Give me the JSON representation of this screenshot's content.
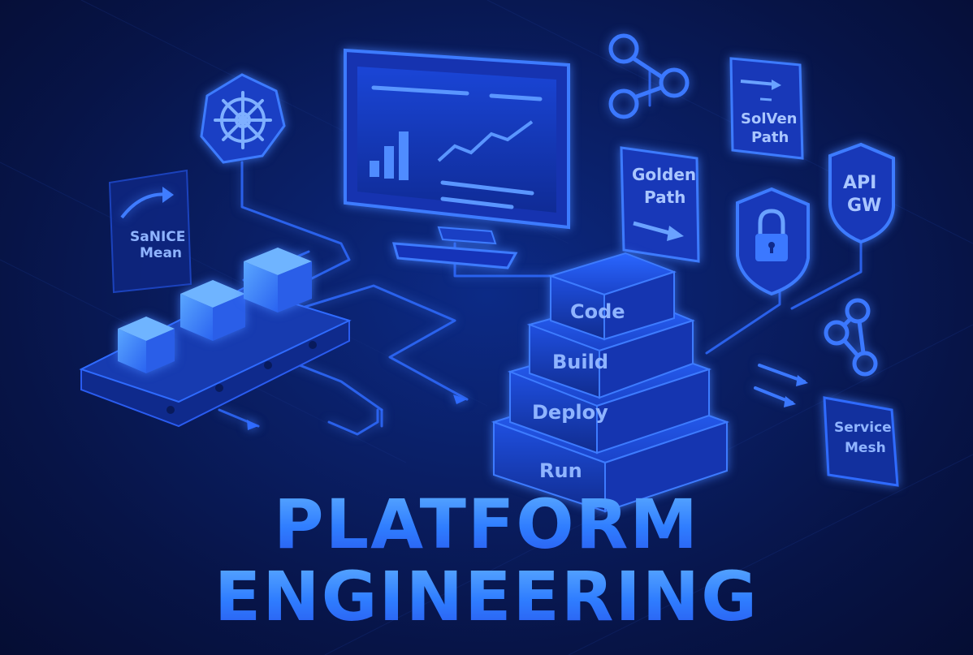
{
  "title": {
    "line1": "PLATFORM",
    "line2": "ENGINEERING"
  },
  "stack_layers": [
    "Code",
    "Build",
    "Deploy",
    "Run"
  ],
  "cards": {
    "service_mean": [
      "SaNICE",
      "Mean"
    ],
    "solven_path": [
      "SolVen",
      "Path"
    ],
    "golden_path": [
      "Golden",
      "Path"
    ],
    "api_gw": [
      "API",
      "GW"
    ],
    "service_mesh": [
      "Service",
      "Mesh"
    ]
  },
  "icons": [
    "kubernetes-helm-icon",
    "monitor-dashboard-icon",
    "network-nodes-icon",
    "lock-shield-icon",
    "conveyor-cubes-icon"
  ],
  "colors": {
    "background": "#071447",
    "accent": "#2f7dff",
    "glow": "#4a8cff",
    "panel": "#1640c8"
  }
}
